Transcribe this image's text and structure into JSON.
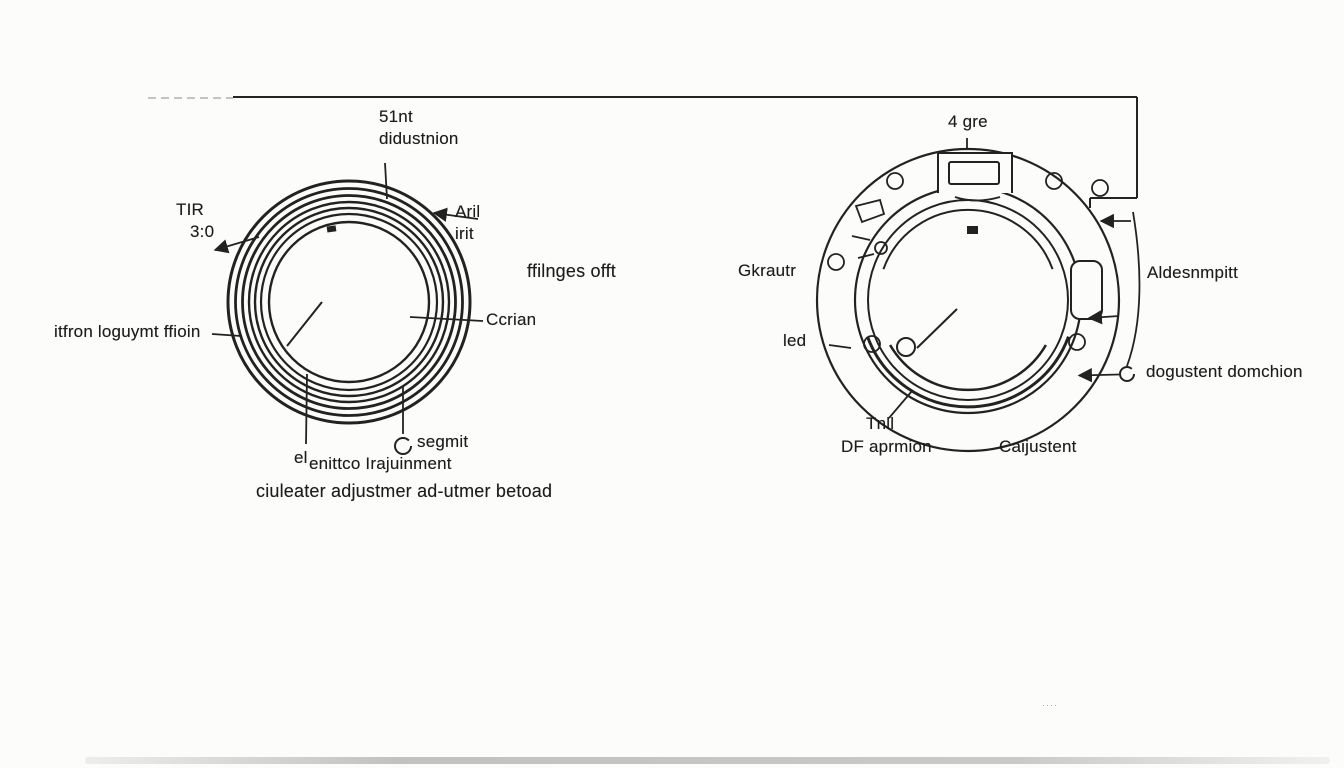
{
  "colors": {
    "ink": "#222222",
    "paper": "#fcfcfa",
    "faint_line": "#b0b0b0"
  },
  "figure": {
    "left_diagram": {
      "kind": "concentric-ring-dial",
      "labels": {
        "top_line1": "51nt",
        "top_line2": "didustnion",
        "tir_line1": "TIR",
        "tir_line2": "3:0",
        "anl_line1": "Aril",
        "anl_line2": "irit",
        "flanges": "ffilnges offt",
        "ccrian": "Ccrian",
        "lug": "itfron loguymt ffioin",
        "el": "el",
        "segmit": "segmit",
        "enittco": "enittco Irajuinment",
        "caption": "ciuleater adjustmer ad-utmer betoad"
      }
    },
    "right_diagram": {
      "kind": "lens-mount-flange",
      "labels": {
        "top": "4 gre",
        "gkrautr": "Gkrautr",
        "aldesnmpitt": "Aldesnmpitt",
        "led": "led",
        "dogustent": "dogustent domchion",
        "tnll": "Tnll",
        "df_aprmion": "DF aprmion",
        "caijustent": "Caijustent"
      }
    },
    "icons": {
      "segment_marker": "open-circle",
      "adjustment_marker": "open-circle"
    },
    "artifacts": {
      "smudge": "····"
    }
  }
}
